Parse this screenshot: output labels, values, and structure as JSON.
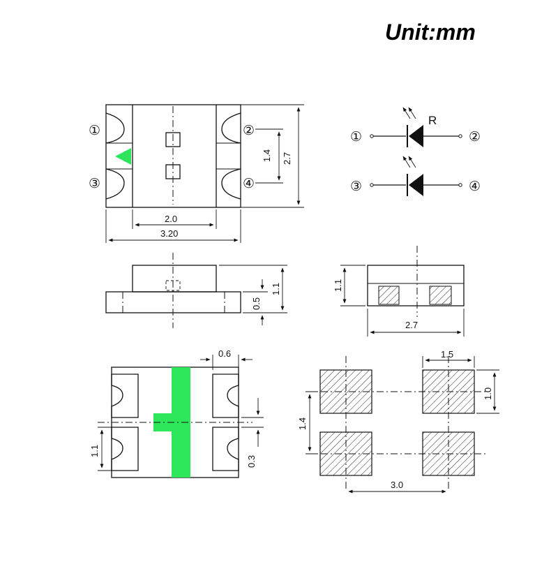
{
  "title": "Unit:mm",
  "colors": {
    "accent": "#2ee65a",
    "line": "#111111"
  },
  "pins": {
    "p1": "①",
    "p2": "②",
    "p3": "③",
    "p4": "④"
  },
  "labels": {
    "R": "R"
  },
  "dimensions": {
    "body_width": "3.20",
    "lens_width": "2.0",
    "pin_pitch": "1.4",
    "body_height": "2.7",
    "total_height": "1.1",
    "base_height": "0.5",
    "side_height": "1.1",
    "side_width": "2.7",
    "pad_width": "0.6",
    "pad_pitch": "1.1",
    "gap": "0.3",
    "land_width": "1.5",
    "land_height": "1.0",
    "land_pitch_v": "1.4",
    "land_pitch_h": "3.0"
  }
}
